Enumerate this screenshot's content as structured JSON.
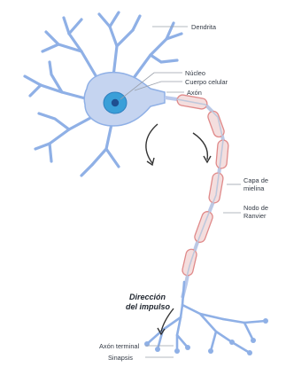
{
  "colors": {
    "neuron_fill": "#c5d4f0",
    "neuron_stroke": "#6f8fd0",
    "nucleus": "#3a9fd8",
    "nucleus_core": "#1f5fa6",
    "myelin_fill": "#f4dede",
    "myelin_stroke": "#e08a8a",
    "leader_line": "#9aa0aa",
    "arrow": "#333333"
  },
  "labels": {
    "dendrita": "Dendrita",
    "nucleo": "Núcleo",
    "cuerpo_celular": "Cuerpo celular",
    "axon": "Axón",
    "capa_mielina_1": "Capa de",
    "capa_mielina_2": "mielina",
    "nodo_ranvier_1": "Nodo de",
    "nodo_ranvier_2": "Ranvier",
    "direccion_1": "Dirección",
    "direccion_2": "del impulso",
    "axon_terminal": "Axón terminal",
    "sinapsis": "Sinapsis"
  }
}
